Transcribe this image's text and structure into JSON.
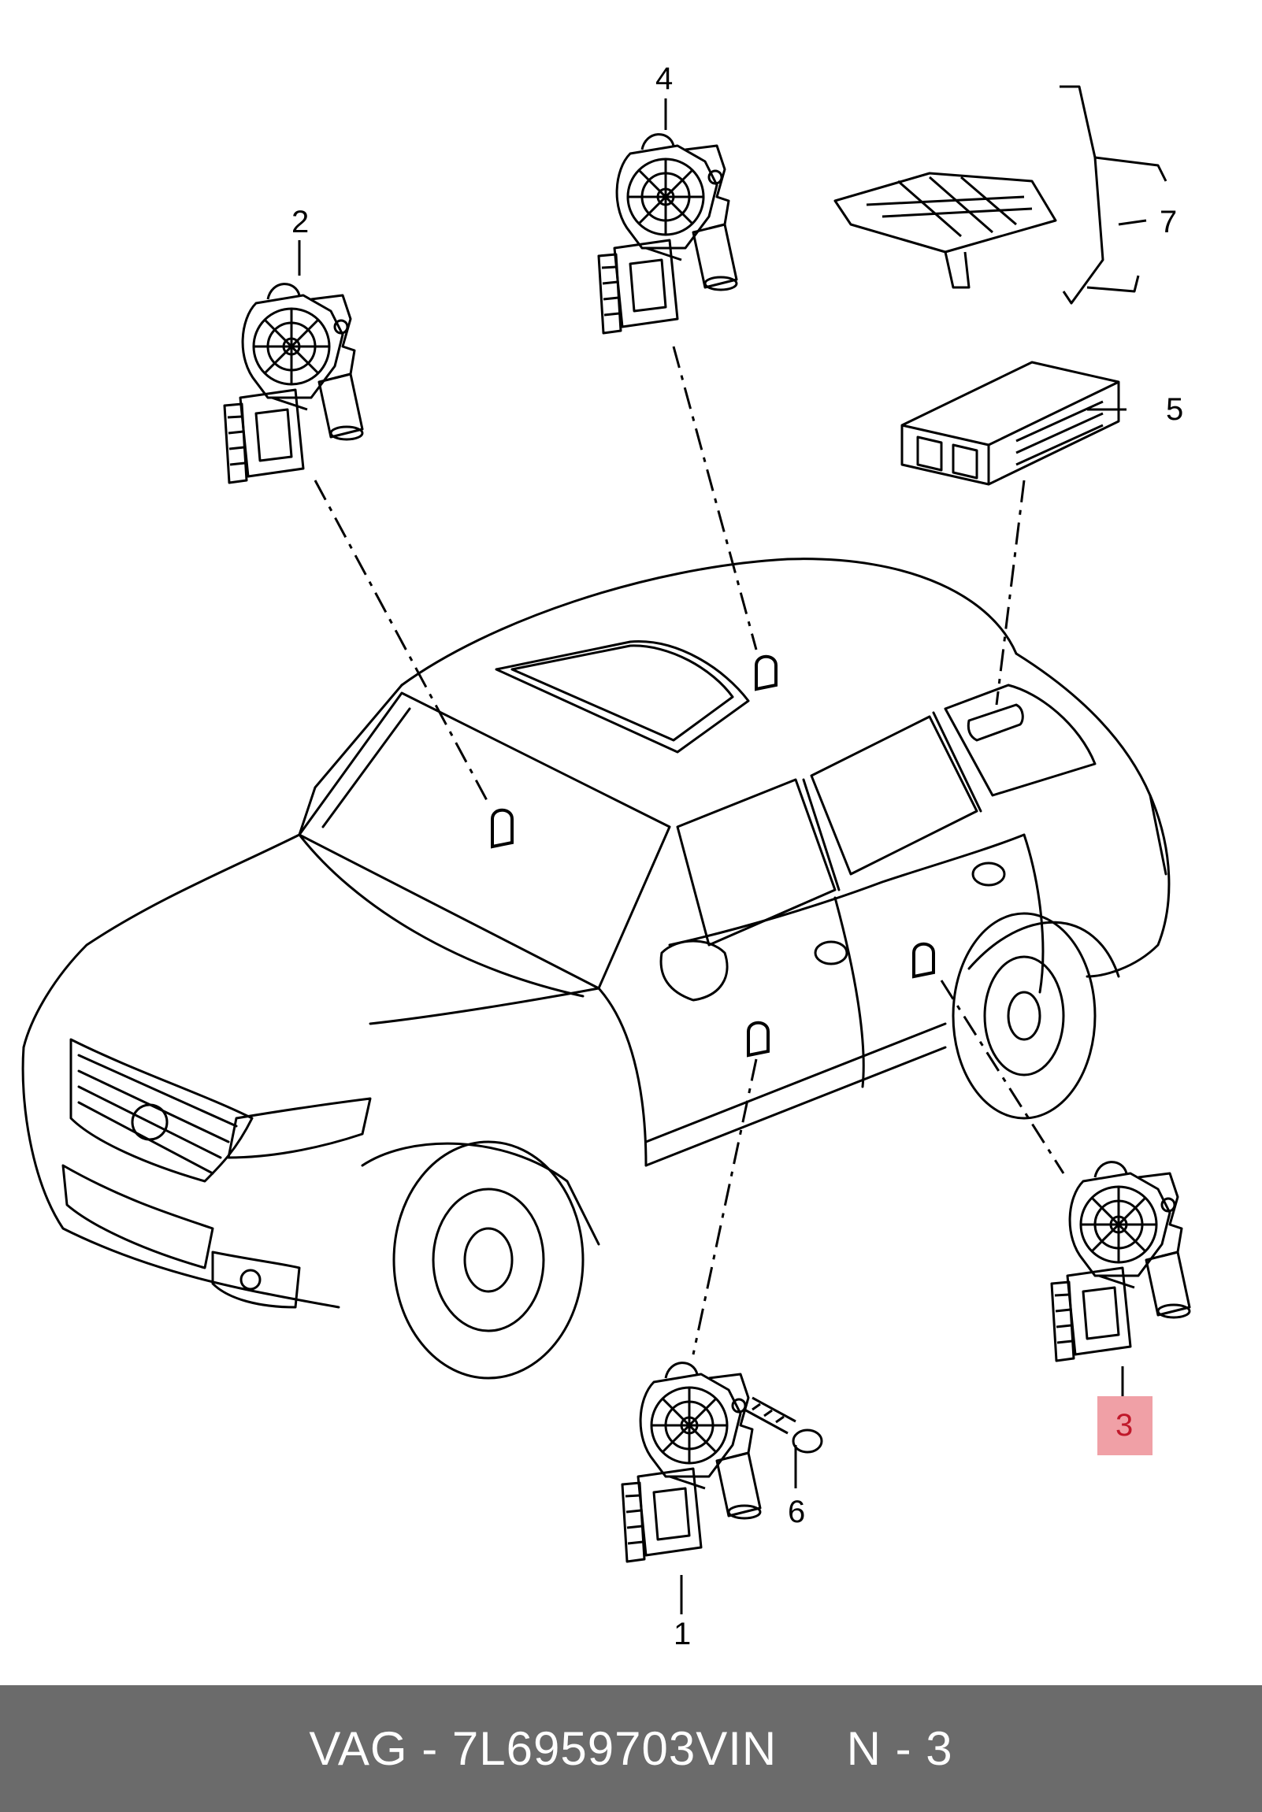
{
  "callouts": {
    "c1": "1",
    "c2": "2",
    "c3": "3",
    "c4": "4",
    "c5": "5",
    "c6": "6",
    "c7": "7"
  },
  "highlight": {
    "color": "#f0a0a6",
    "label_color": "#c0182a"
  },
  "footer": {
    "text": "VAG - 7L6959703VIN     N - 3",
    "background": "#6b6b6b",
    "text_color": "#ffffff"
  }
}
